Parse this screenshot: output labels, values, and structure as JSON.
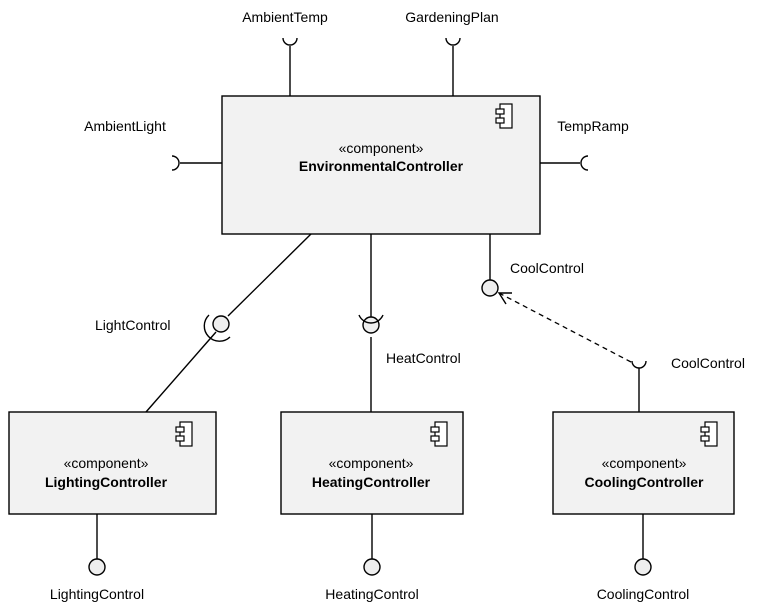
{
  "components": {
    "environmental": {
      "stereotype": "«component»",
      "name": "EnvironmentalController"
    },
    "lighting": {
      "stereotype": "«component»",
      "name": "LightingController"
    },
    "heating": {
      "stereotype": "«component»",
      "name": "HeatingController"
    },
    "cooling": {
      "stereotype": "«component»",
      "name": "CoolingController"
    }
  },
  "interfaces": {
    "ambient_temp": "AmbientTemp",
    "gardening_plan": "GardeningPlan",
    "ambient_light": "AmbientLight",
    "temp_ramp": "TempRamp",
    "cool_control_provided": "CoolControl",
    "cool_control_required": "CoolControl",
    "light_control": "LightControl",
    "heat_control": "HeatControl",
    "lighting_control": "LightingControl",
    "heating_control": "HeatingControl",
    "cooling_control": "CoolingControl"
  }
}
